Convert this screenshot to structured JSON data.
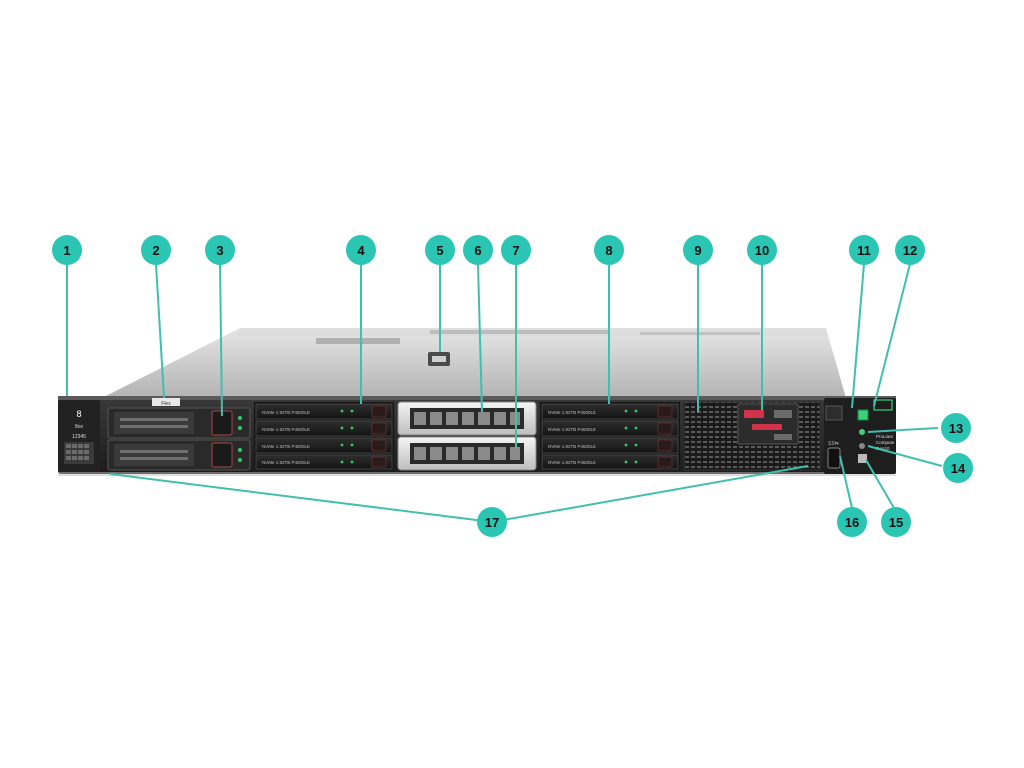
{
  "diagram": {
    "callouts": [
      "1",
      "2",
      "3",
      "4",
      "5",
      "6",
      "7",
      "8",
      "9",
      "10",
      "11",
      "12",
      "13",
      "14",
      "15",
      "16",
      "17"
    ],
    "drive_label": "NVMe 1.92TB P4600LE",
    "brand_number": "8",
    "brand_text": "8ox",
    "bay_numbers": "12345",
    "tab_label": "Flex",
    "model_label_1": "ProLiant",
    "model_label_2": "Compute",
    "model_label_3": "Gen10",
    "usb_label": "SS⇆",
    "colors": {
      "callout_fill": "#2bc5b4",
      "leader_line": "#40bfae",
      "drive_led": "#35c96a",
      "status_led": "#3ad17a",
      "handle_red": "#d0334a"
    }
  }
}
